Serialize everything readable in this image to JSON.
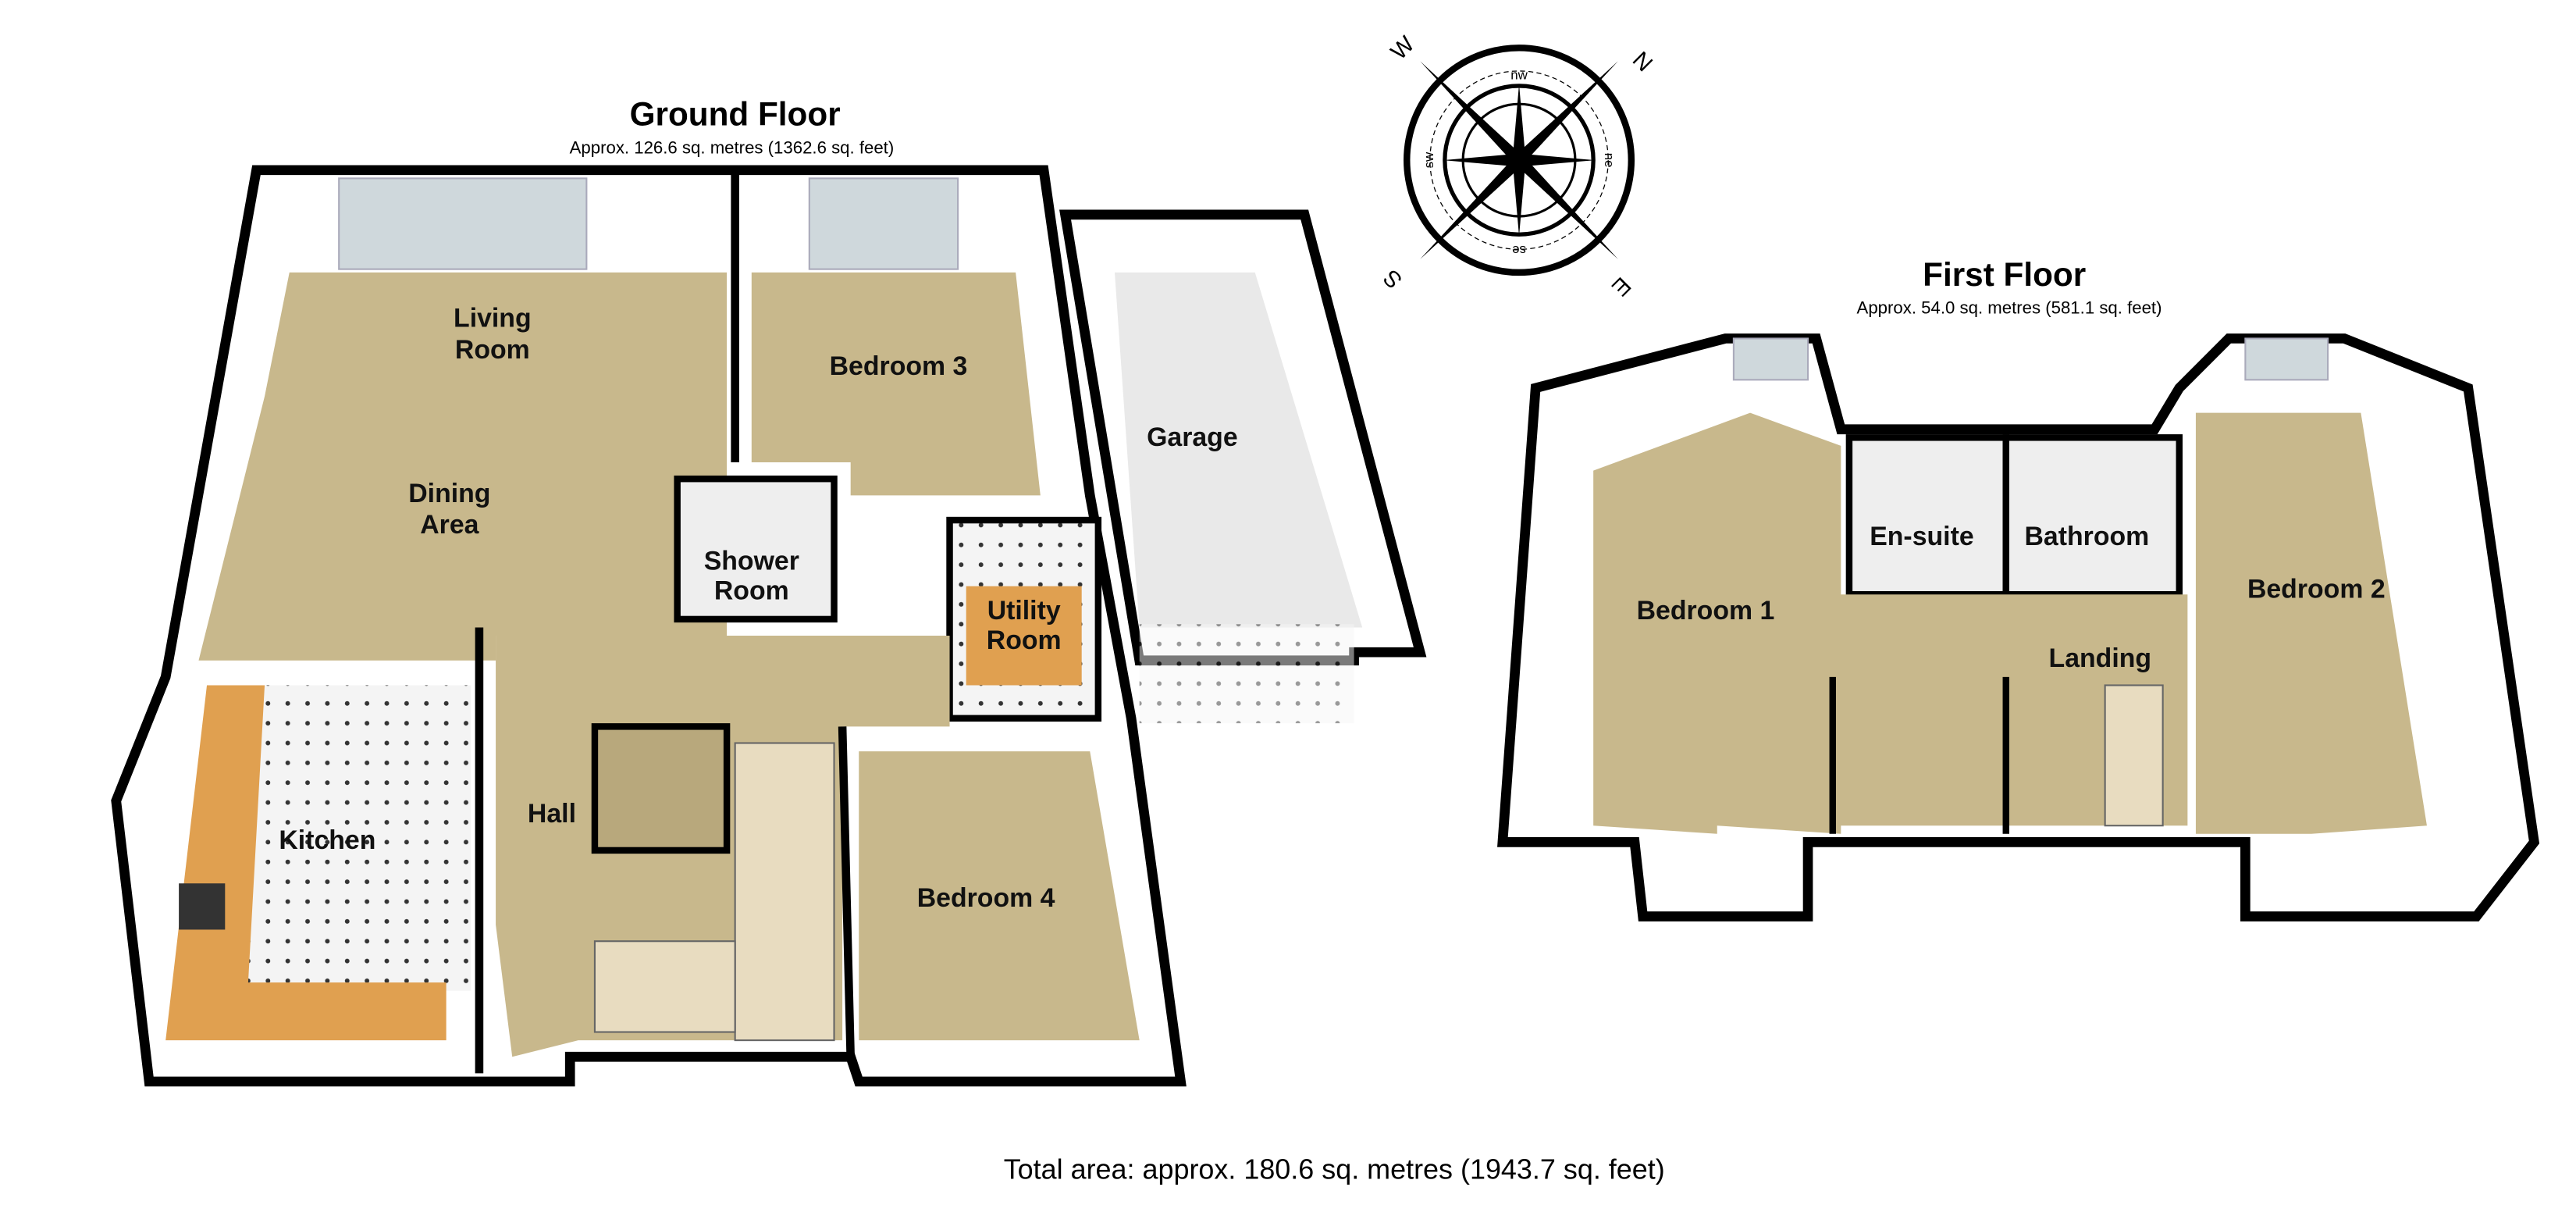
{
  "ground_floor": {
    "title": "Ground Floor",
    "area": "Approx. 126.6 sq. metres (1362.6 sq. feet)",
    "rooms": {
      "living_room": [
        "Living",
        "Room"
      ],
      "dining_area": [
        "Dining",
        "Area"
      ],
      "bedroom3": "Bedroom 3",
      "garage": "Garage",
      "shower_room": [
        "Shower",
        "Room"
      ],
      "utility_room": [
        "Utility",
        "Room"
      ],
      "kitchen": "Kitchen",
      "hall": "Hall",
      "bedroom4": "Bedroom 4"
    }
  },
  "first_floor": {
    "title": "First Floor",
    "area": "Approx.  54.0 sq. metres (581.1 sq. feet)",
    "rooms": {
      "bedroom1": "Bedroom 1",
      "ensuite": "En-suite",
      "bathroom": "Bathroom",
      "bedroom2": "Bedroom 2",
      "landing": "Landing"
    }
  },
  "compass": {
    "n": "N",
    "e": "E",
    "s": "S",
    "w": "W",
    "nw": "nw",
    "ne": "ne",
    "se": "se",
    "sw": "sw"
  },
  "total_area": "Total area: approx. 180.6 sq. metres (1943.7 sq. feet)",
  "colors": {
    "carpet": "#c8b88c",
    "wall": "#000000",
    "worktop": "#e0a050"
  }
}
